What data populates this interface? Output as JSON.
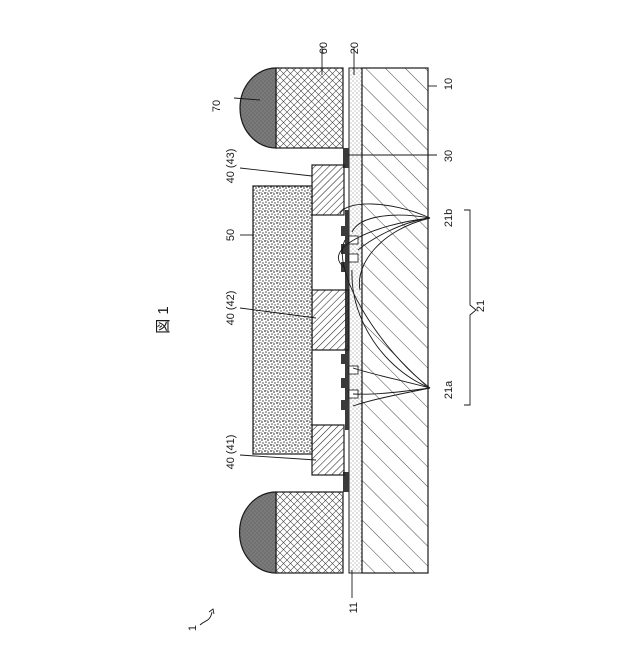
{
  "figure": {
    "title": "図 1",
    "device_ref": "1"
  },
  "labels": {
    "substrate": "10",
    "substrate_side": "11",
    "insulating_film": "20",
    "groove_region": "21",
    "groove_bottom": "21a",
    "groove_wall": "21b",
    "wiring": "30",
    "chip": "50",
    "resin": "60",
    "bump": "70",
    "pad_41": "40 (41)",
    "pad_42": "40 (42)",
    "pad_43": "40 (43)"
  },
  "colors": {
    "line": "#1a1a1a",
    "wiring_fill": "#3a3a3a",
    "bump_fill": "#707070",
    "background": "#ffffff"
  }
}
